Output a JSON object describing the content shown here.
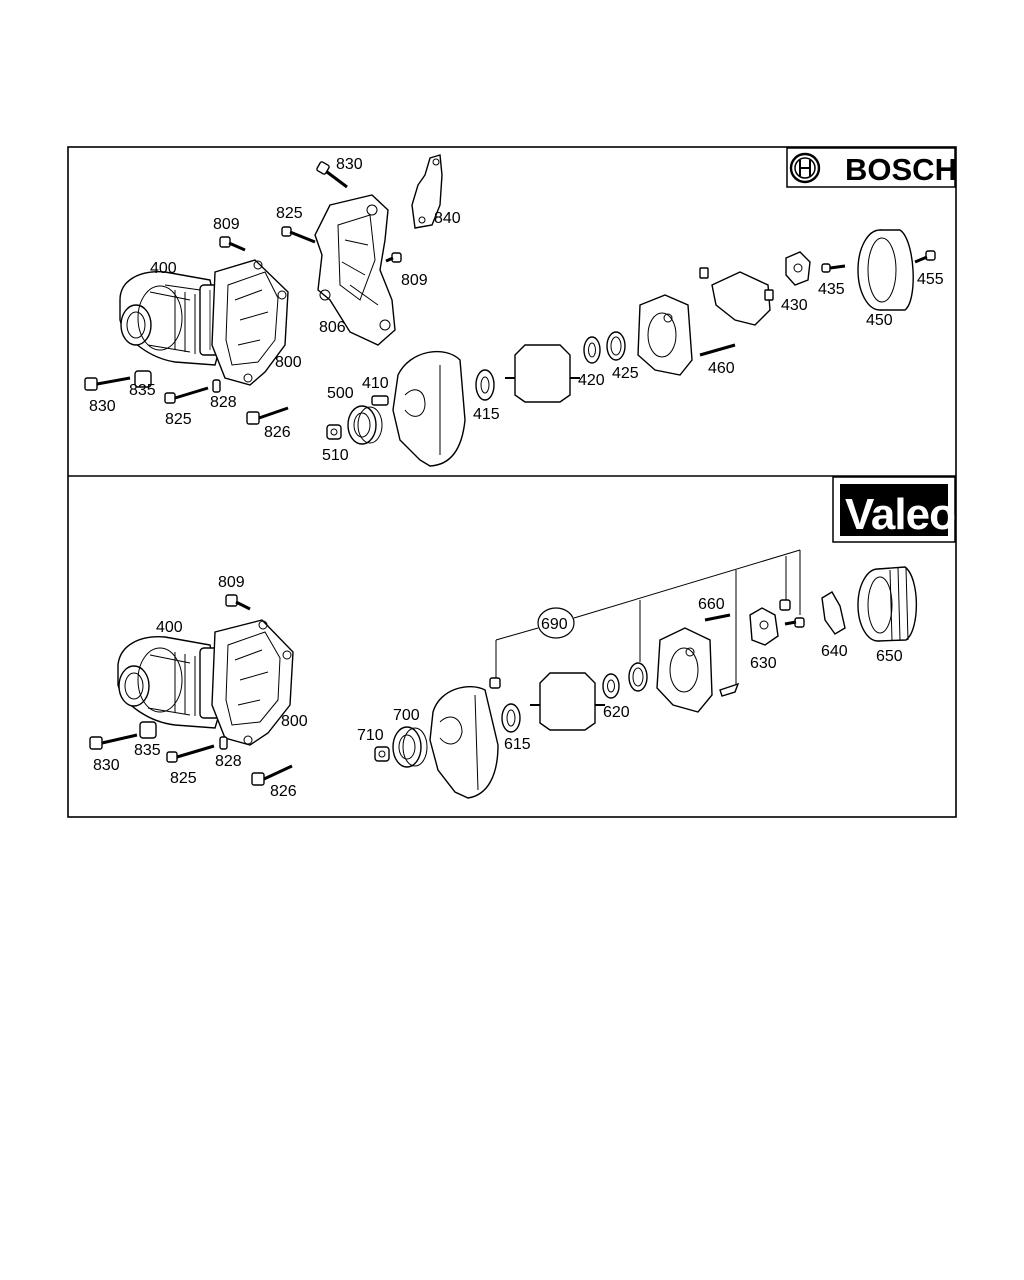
{
  "panels": {
    "bosch": {
      "brand": "BOSCH",
      "labels": {
        "p830_top": "830",
        "p825_top": "825",
        "p809_top": "809",
        "p840": "840",
        "p809_right": "809",
        "p400": "400",
        "p806": "806",
        "p800": "800",
        "p830": "830",
        "p835": "835",
        "p825": "825",
        "p828": "828",
        "p826": "826",
        "p500": "500",
        "p410": "410",
        "p510": "510",
        "p415": "415",
        "p420": "420",
        "p425": "425",
        "p460": "460",
        "p430": "430",
        "p435": "435",
        "p450": "450",
        "p455": "455"
      }
    },
    "valeo": {
      "brand": "Valeo",
      "labels": {
        "p809": "809",
        "p400": "400",
        "p800": "800",
        "p830": "830",
        "p835": "835",
        "p825": "825",
        "p828": "828",
        "p826": "826",
        "p690": "690",
        "p660": "660",
        "p630": "630",
        "p640": "640",
        "p650": "650",
        "p700": "700",
        "p710": "710",
        "p615": "615",
        "p620": "620"
      }
    }
  }
}
